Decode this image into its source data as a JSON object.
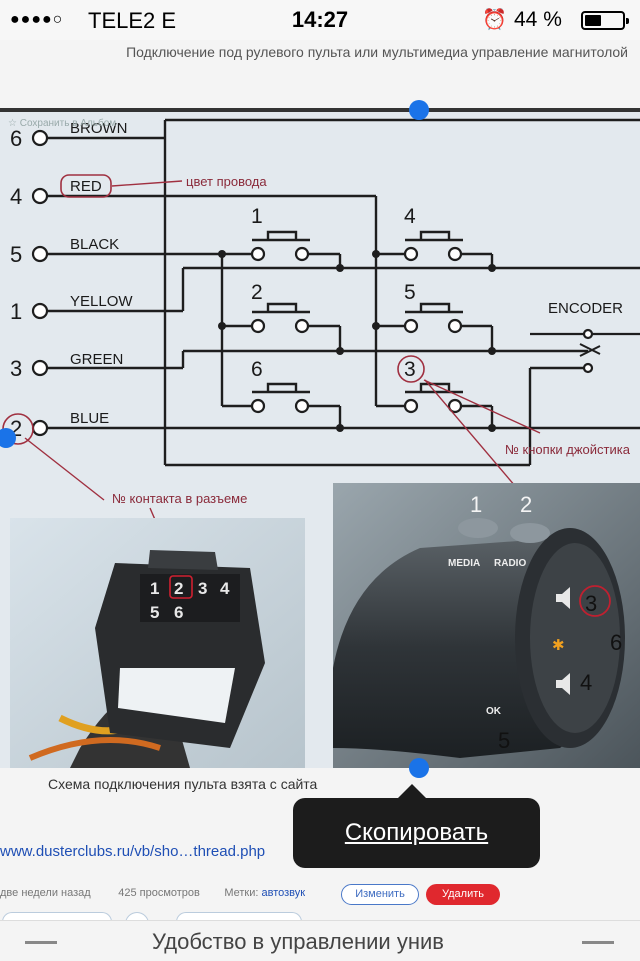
{
  "status_bar": {
    "signal": "●●●●○",
    "carrier": "TELE2   E",
    "time": "14:27",
    "alarm_icon": "alarm-clock-icon",
    "battery": "44 %",
    "battery_level": 0.44
  },
  "top_caption": "Подключение под рулевого пульта или мультимедиа управление магнитолой",
  "diagram": {
    "save_label": "☆ Сохранить в Альбом",
    "pins": [
      {
        "num": "6",
        "wire": "BROWN"
      },
      {
        "num": "4",
        "wire": "RED"
      },
      {
        "num": "5",
        "wire": "BLACK"
      },
      {
        "num": "1",
        "wire": "YELLOW"
      },
      {
        "num": "3",
        "wire": "GREEN"
      },
      {
        "num": "2",
        "wire": "BLUE"
      }
    ],
    "wire_color_annotation": "цвет провода",
    "buttons": [
      "1",
      "4",
      "2",
      "5",
      "6",
      "3"
    ],
    "encoder_label": "ENCODER",
    "joystick_annotation": "№ кнопки джойстика",
    "connector_annotation": "№ контакта в разъеме",
    "connector_numbers_top": [
      "1",
      "2",
      "3",
      "4"
    ],
    "connector_numbers_bottom": [
      "5",
      "6"
    ],
    "stalk_labels": {
      "media": "MEDIA",
      "radio": "RADIO",
      "ok": "OK"
    },
    "stalk_numbers": [
      "1",
      "2",
      "3",
      "6",
      "4",
      "5"
    ]
  },
  "bottom_caption": "Схема подключения пульта взята с сайта",
  "link": "www.dusterclubs.ru/vb/sho…thread.php",
  "meta": {
    "age": "две недели назад",
    "views": "425 просмотров",
    "tags_label": "Метки:",
    "tag": "автозвук"
  },
  "actions": {
    "edit": "Изменить",
    "delete": "Удалить"
  },
  "popup": {
    "copy": "Скопировать"
  },
  "bottom_bar": {
    "title": "Удобство в управлении унив"
  }
}
